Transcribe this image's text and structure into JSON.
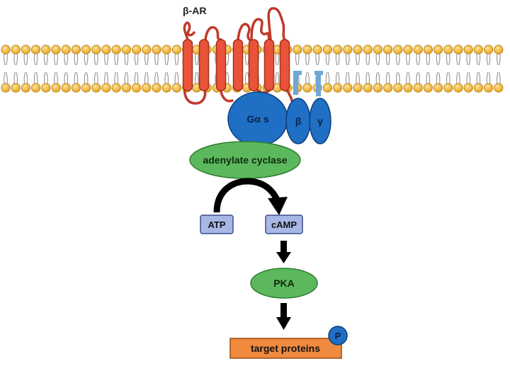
{
  "receptor": {
    "label": "β-AR"
  },
  "g_protein": {
    "alpha_label": "Gα s",
    "beta_label": "β",
    "gamma_label": "γ"
  },
  "enzyme": {
    "label": "adenylate cyclase"
  },
  "substrate": {
    "label": "ATP"
  },
  "product": {
    "label": "cAMP"
  },
  "kinase": {
    "label": "PKA"
  },
  "target": {
    "label": "target proteins",
    "phospho_label": "P"
  },
  "colors": {
    "lipid_head": "#f2b632",
    "receptor": "#e8533a",
    "receptor_loop": "#c0392b",
    "g_protein": "#1f6fc5",
    "anchor": "#6fa8d6",
    "enzyme": "#5cb85c",
    "metabolite_box": "#a7b7e6",
    "target_box": "#f08a3e"
  }
}
